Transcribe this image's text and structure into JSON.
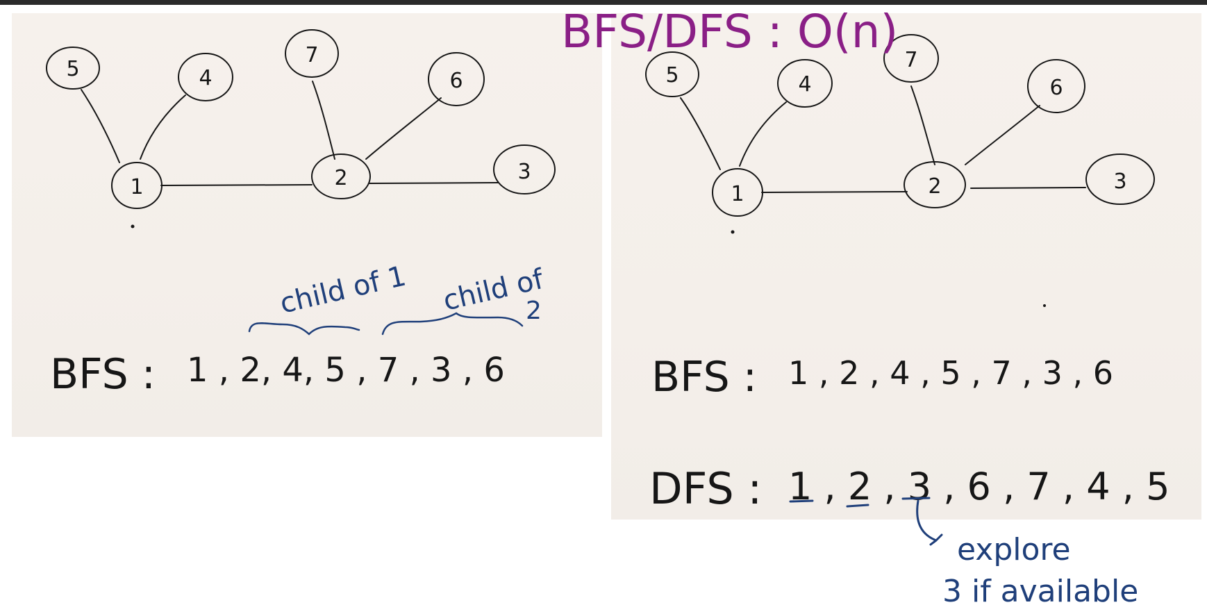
{
  "heading": "BFS/DFS :  O(n)",
  "graph": {
    "nodes": [
      "5",
      "4",
      "7",
      "6",
      "1",
      "2",
      "3"
    ]
  },
  "left_panel": {
    "annotations": {
      "child_of_1": "child of 1",
      "child_of_2_line1": "child of",
      "child_of_2_line2": "2"
    },
    "bfs_label": "BFS :",
    "bfs_sequence": "1 , 2, 4, 5 ,  7 , 3 , 6"
  },
  "right_panel": {
    "bfs_label": "BFS :",
    "bfs_sequence": "1 , 2 , 4 , 5 ,  7 , 3 , 6",
    "dfs_label": "DFS :",
    "dfs_sequence": "1 , 2 , 3 , 6 , 7 , 4 , 5",
    "note_line1": "explore",
    "note_line2": "3 if available"
  },
  "colors": {
    "ink": "#161616",
    "annotation_blue": "#1f3f7a",
    "heading_purple": "#8a1f86",
    "paper": "#f4efea",
    "top_bar": "#2b2b2b"
  }
}
